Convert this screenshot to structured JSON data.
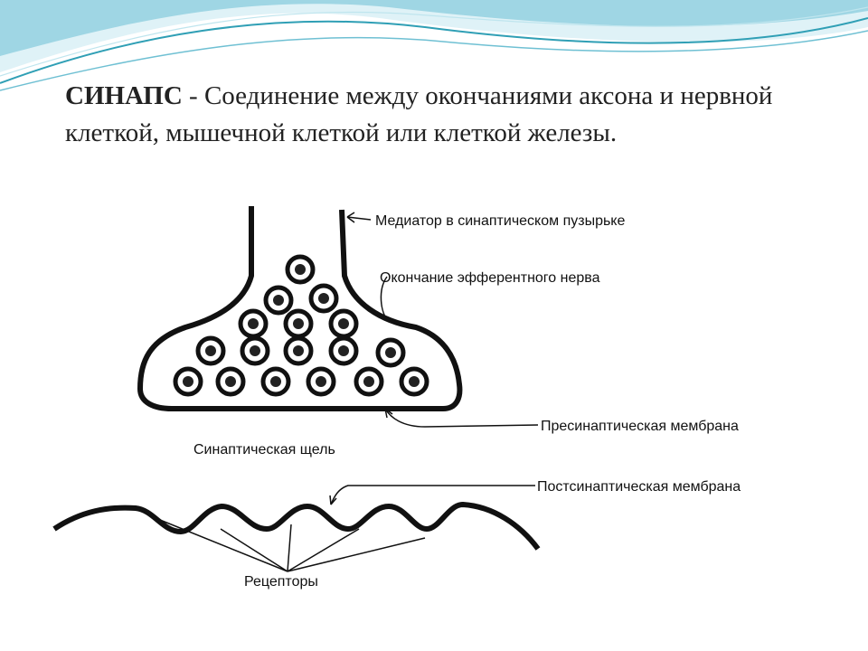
{
  "heading": {
    "term": "СИНАПС",
    "definition": " - Соединение между окончаниями аксона и нервной клеткой, мышечной клеткой или клеткой железы."
  },
  "labels": {
    "mediator": "Медиатор в синаптическом пузырьке",
    "efferent_ending": "Окончание эфферентного нерва",
    "presynaptic_membrane": "Пресинаптическая мембрана",
    "synaptic_cleft": "Синаптическая щель",
    "postsynaptic_membrane": "Постсинаптическая мембрана",
    "receptors": "Рецепторы"
  },
  "colors": {
    "wave_dark": "#2f9fb5",
    "wave_light": "#bfe5ee",
    "line": "#111111"
  }
}
